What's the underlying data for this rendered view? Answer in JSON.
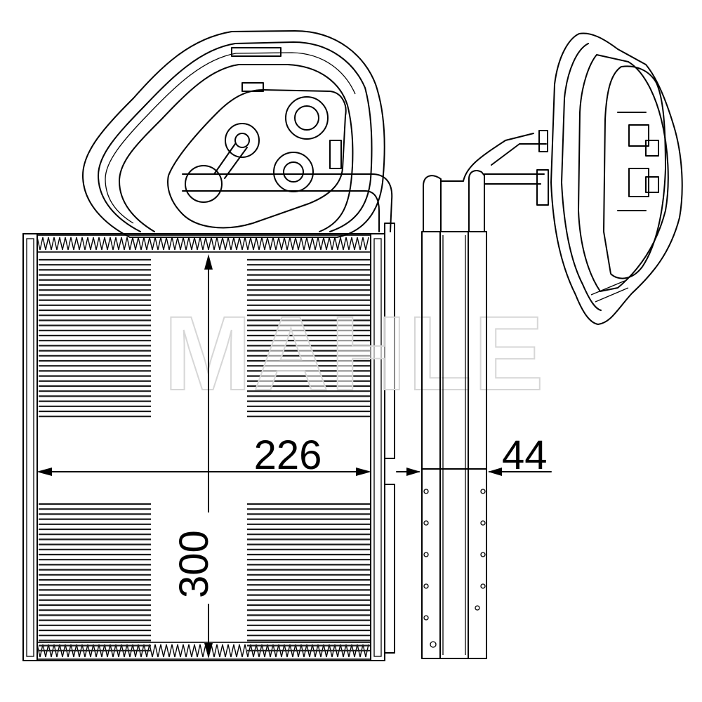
{
  "dimensions": {
    "width": "226",
    "height": "300",
    "depth": "44"
  },
  "watermark": "MAHLE",
  "colors": {
    "line": "#000000",
    "background": "#ffffff"
  }
}
